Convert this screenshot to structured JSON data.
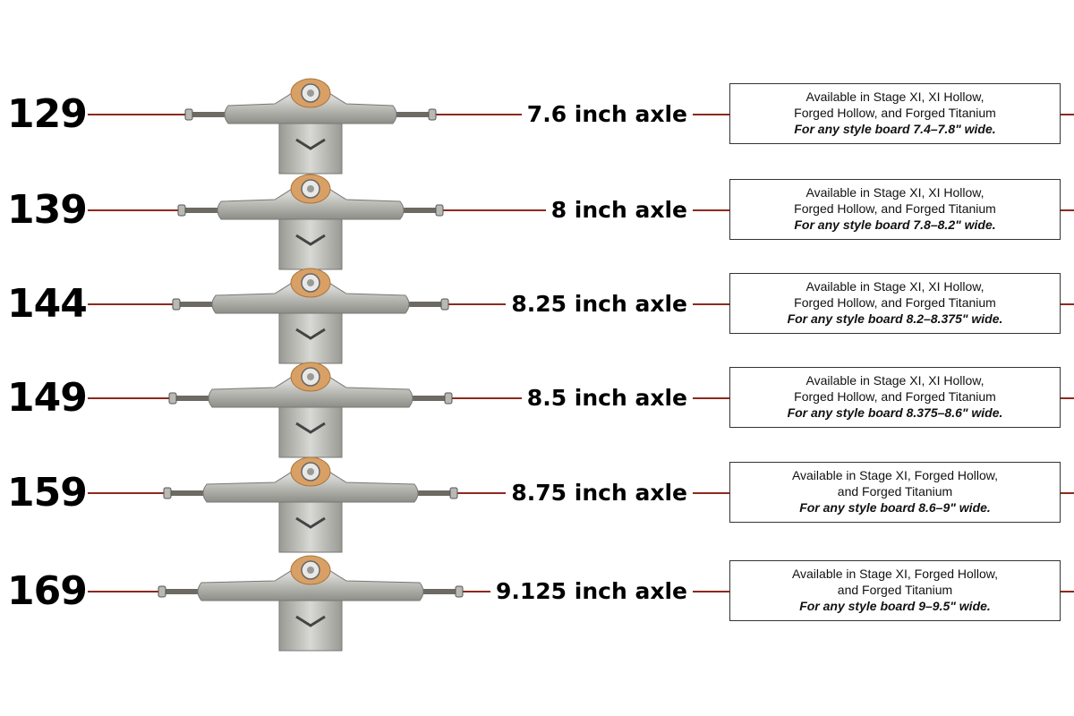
{
  "colors": {
    "leader_line": "#8b2a1e",
    "metal_light": "#d6d6d2",
    "metal_dark": "#8e8e88",
    "bushing": "#d9a066",
    "background": "#ffffff",
    "text": "#000000"
  },
  "trucks": [
    {
      "size": "129",
      "axle": "7.6 inch axle",
      "availability_line1": "Available in Stage XI, XI Hollow,",
      "availability_line2": "Forged Hollow, and Forged Titanium",
      "fit": "For any style board 7.4–7.8\" wide."
    },
    {
      "size": "139",
      "axle": "8 inch axle",
      "availability_line1": "Available in Stage XI, XI Hollow,",
      "availability_line2": "Forged Hollow, and Forged Titanium",
      "fit": "For any style board 7.8–8.2\" wide."
    },
    {
      "size": "144",
      "axle": "8.25 inch axle",
      "availability_line1": "Available in Stage XI, XI Hollow,",
      "availability_line2": "Forged Hollow, and Forged Titanium",
      "fit": "For any style board 8.2–8.375\" wide."
    },
    {
      "size": "149",
      "axle": "8.5 inch axle",
      "availability_line1": "Available in Stage XI, XI Hollow,",
      "availability_line2": "Forged Hollow, and Forged Titanium",
      "fit": "For any style board 8.375–8.6\" wide."
    },
    {
      "size": "159",
      "axle": "8.75 inch axle",
      "availability_line1": "Available in Stage XI, Forged Hollow,",
      "availability_line2": "and Forged Titanium",
      "fit": "For any style board 8.6–9\" wide."
    },
    {
      "size": "169",
      "axle": "9.125 inch axle",
      "availability_line1": "Available in Stage XI, Forged Hollow,",
      "availability_line2": "and Forged Titanium",
      "fit": "For any style board 9–9.5\" wide."
    }
  ]
}
